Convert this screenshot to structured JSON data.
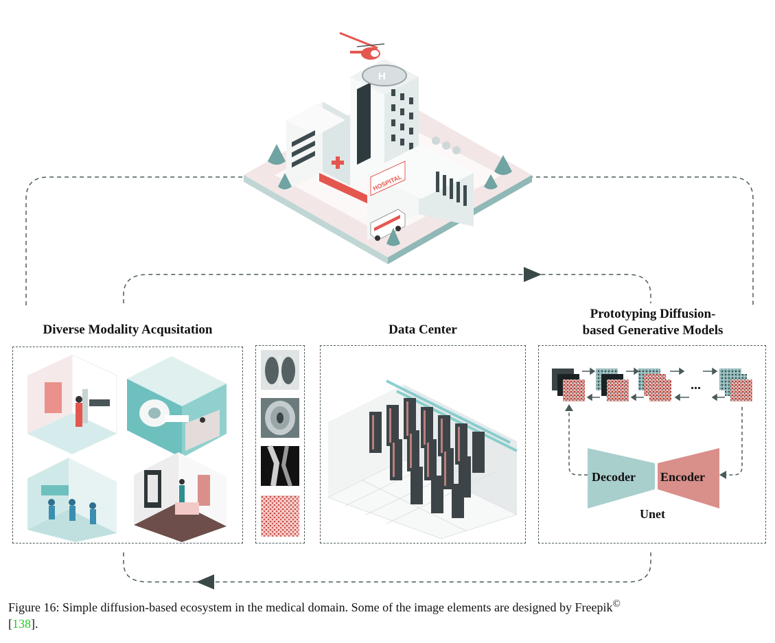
{
  "titles": {
    "modality": "Diverse Modality Acqusitation",
    "data_center": "Data Center",
    "prototyping_line1": "Prototyping Diffusion-",
    "prototyping_line2": "based Generative Models"
  },
  "hospital": {
    "sign": "HOSPITAL"
  },
  "model": {
    "decoder": "Decoder",
    "encoder": "Encoder",
    "unet": "Unet",
    "ellipsis": "..."
  },
  "caption": {
    "text": "Figure 16: Simple diffusion-based ecosystem in the medical domain. Some of the image elements are designed by Freepik",
    "copyright": "©",
    "bracket_open": "[",
    "ref": "138",
    "bracket_close": "]."
  },
  "colors": {
    "dash": "#4a5a5a",
    "teal": "#a9cfcd",
    "salmon": "#d98f8a",
    "server": "#3d4448",
    "accent_red": "#e4574f",
    "cite": "#22cc22"
  }
}
